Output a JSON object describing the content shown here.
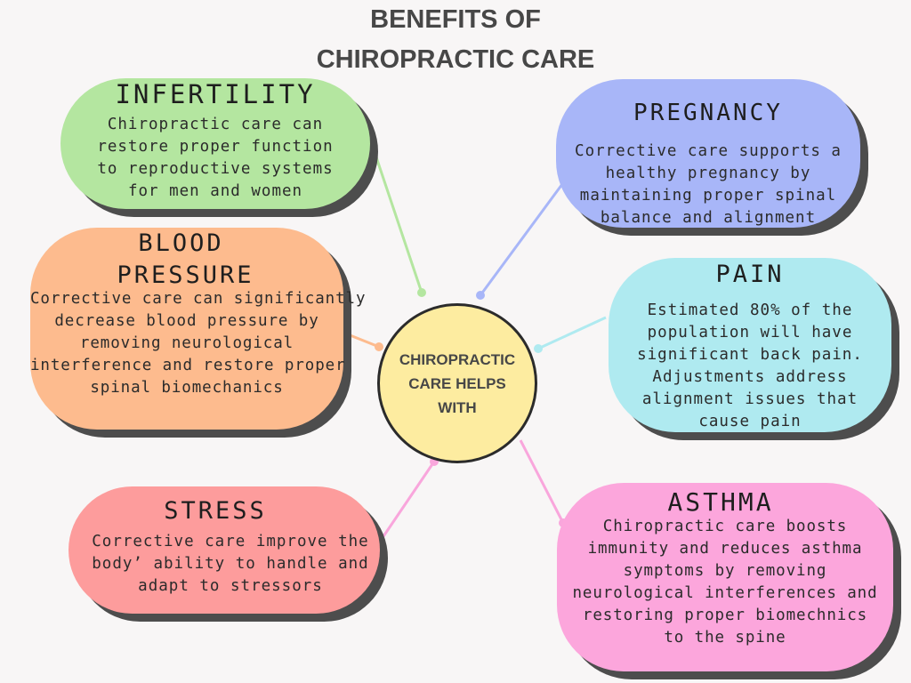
{
  "title": {
    "line1": "BENEFITS OF",
    "line2": "CHIROPRACTIC CARE"
  },
  "center": {
    "lines": [
      "CHIROPRACTIC",
      "CARE HELPS",
      "WITH"
    ]
  },
  "bubbles": {
    "infertility": {
      "heading": [
        "INFERTILITY"
      ],
      "body": [
        "Chiropractic care can",
        "restore proper function",
        "to reproductive systems",
        "for men and women"
      ],
      "color": "#b4e6a0"
    },
    "pregnancy": {
      "heading": [
        "PREGNANCY"
      ],
      "body": [
        "Corrective care supports a",
        "healthy pregnancy by",
        "maintaining proper spinal",
        "balance and alignment"
      ],
      "color": "#a8b6f8"
    },
    "blood_pressure": {
      "heading": [
        "BLOOD",
        "PRESSURE"
      ],
      "body": [
        "Corrective care can significantly",
        "decrease blood pressure by",
        "removing neurological",
        "interference and restore proper",
        "spinal biomechanics"
      ],
      "color": "#fdbb8e"
    },
    "pain": {
      "heading": [
        "PAIN"
      ],
      "body": [
        "Estimated 80% of the",
        "population will have",
        "significant back pain.",
        "Adjustments address",
        "alignment issues that",
        "cause pain"
      ],
      "color": "#afeaf0"
    },
    "stress": {
      "heading": [
        "STRESS"
      ],
      "body": [
        "Corrective care improve the",
        "body’ ability to handle and",
        "adapt to stressors"
      ],
      "color": "#fd9c9c"
    },
    "asthma": {
      "heading": [
        "ASTHMA"
      ],
      "body": [
        "Chiropractic care boosts",
        "immunity and reduces asthma",
        "symptoms by removing",
        "neurological interferences and",
        "restoring proper biomechnics",
        "to the spine"
      ],
      "color": "#fca6dc"
    }
  },
  "connector_colors": {
    "infertility": "#b4e6a0",
    "pregnancy": "#a8b6f8",
    "blood_pressure": "#fdbb8e",
    "pain": "#afeaf0",
    "stress": "#f9a6dc",
    "asthma": "#f9a6dc"
  }
}
